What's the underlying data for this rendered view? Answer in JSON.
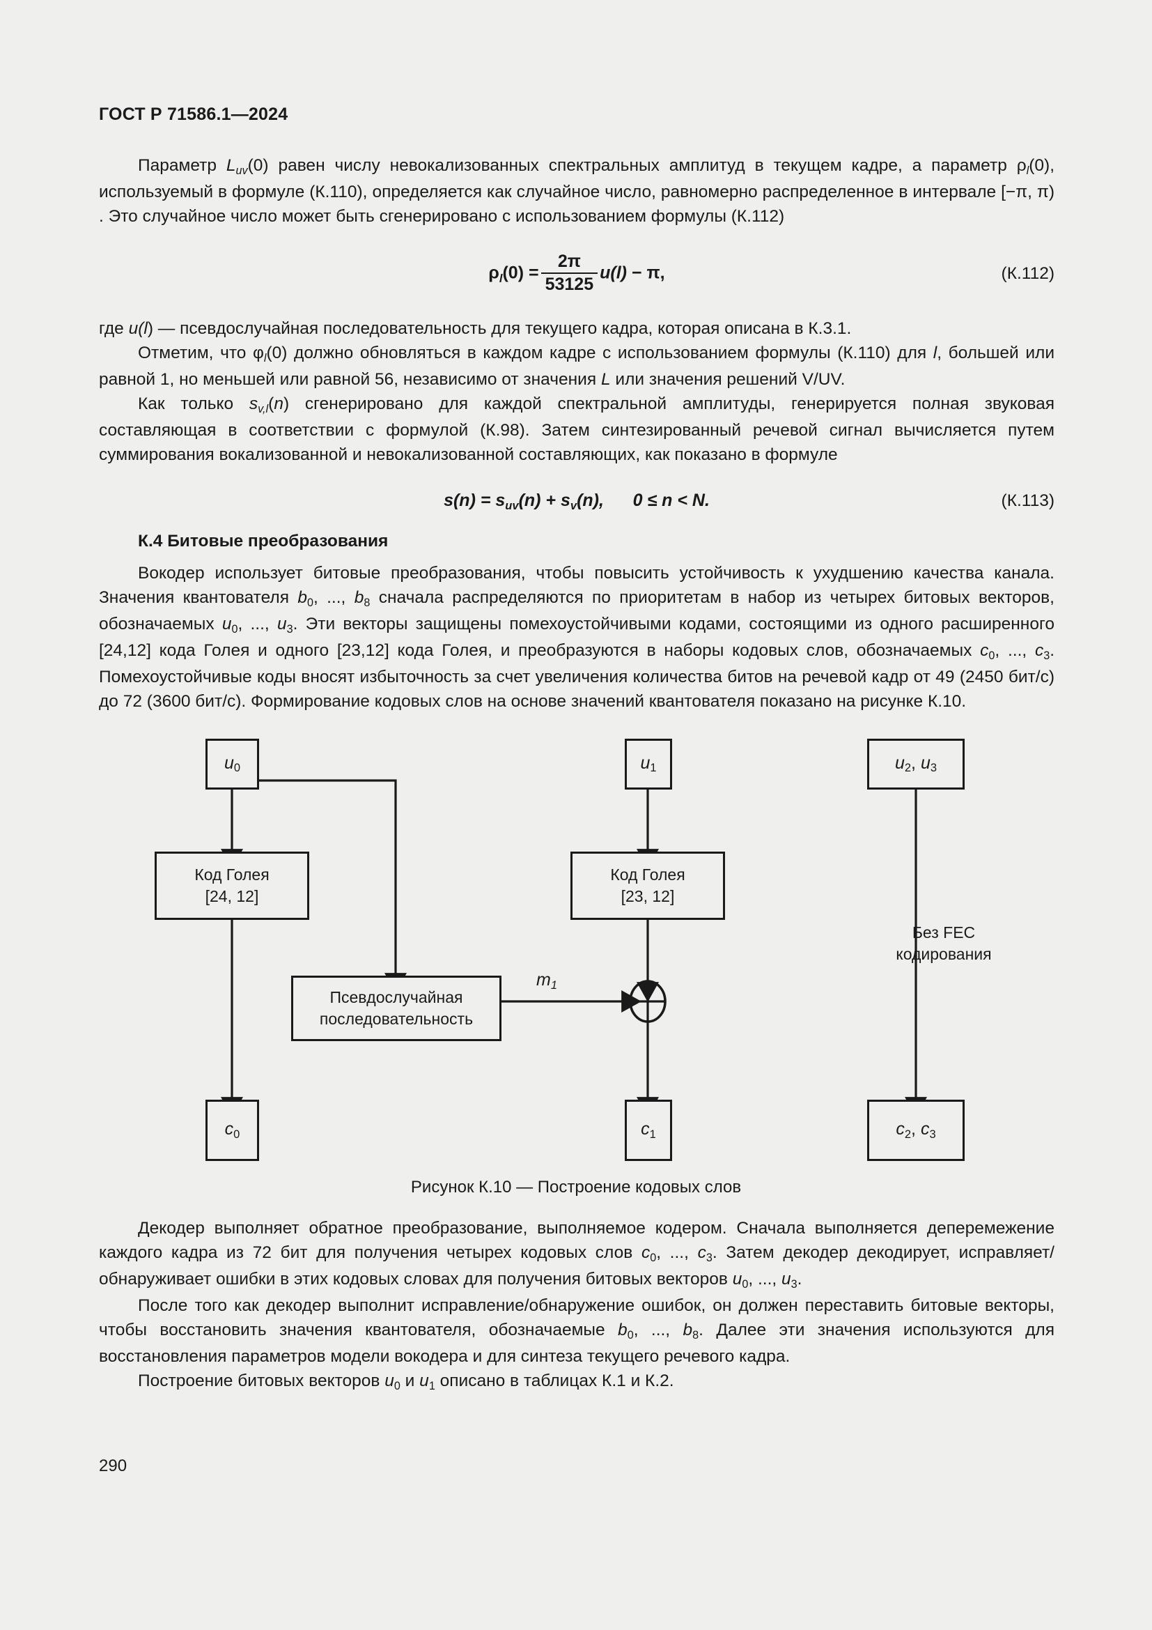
{
  "document": {
    "standard_header": "ГОСТ Р 71586.1—2024",
    "page_number": "290"
  },
  "paragraphs": {
    "p1_a": "Параметр ",
    "p1_b": "(0) равен числу невокализованных спектральных амплитуд в текущем кадре, а параметр ρ",
    "p1_c": "(0), используемый в формуле (К.110), определяется как случайное число, равномерно распределенное в интервале [−π, π) . Это случайное число может быть сгенерировано с использованием формулы (К.112)",
    "p2_where": "где ",
    "p2_where_rest": ") — псевдослучайная последовательность для текущего кадра, которая описана в К.3.1.",
    "p3_a": "Отметим, что φ",
    "p3_b": "(0) должно обновляться в каждом кадре с использованием формулы (К.110) для ",
    "p3_c": ", большей или равной 1, но меньшей или равной 56, независимо от значения ",
    "p3_d": " или значения решений V/UV.",
    "p4_a": "Как только ",
    "p4_b": "(",
    "p4_c": ") сгенерировано для каждой спектральной амплитуды, генерируется полная звуковая составляющая в соответствии с формулой (К.98). Затем синтезированный речевой сигнал вычисляется путем суммирования вокализованной и невокализованной составляющих, как показано в формуле",
    "p5_a": "Вокодер использует битовые преобразования, чтобы повысить устойчивость к ухудшению качества канала. Значения квантователя ",
    "p5_b": ", ..., ",
    "p5_c": " сначала распределяются по приоритетам в набор из четырех битовых векторов, обозначаемых ",
    "p5_d": ", ..., ",
    "p5_e": ". Эти векторы защищены помехоустойчивыми кодами, состоящими из одного расширенного [24,12] кода Голея и одного [23,12] кода Голея, и преобразуются в наборы кодовых слов, обозначаемых ",
    "p5_f": ", ..., ",
    "p5_g": ". Помехоустойчивые коды вносят избыточность за счет увеличения количества битов на речевой кадр от 49 (2450 бит/с) до 72 (3600 бит/с). Формирование кодовых слов на основе значений квантователя показано на рисунке К.10.",
    "p6_a": "Декодер выполняет обратное преобразование, выполняемое кодером. Сначала выполняется деперемежение каждого кадра из 72 бит для получения четырех кодовых слов ",
    "p6_b": ", ..., ",
    "p6_c": ". Затем декодер декодирует, исправляет/обнаруживает ошибки в этих кодовых словах для получения битовых векторов ",
    "p6_d": ", ..., ",
    "p6_e": ".",
    "p7_a": "После того как декодер выполнит исправление/обнаружение ошибок, он должен переставить битовые векторы, чтобы восстановить значения квантователя, обозначаемые ",
    "p7_b": ", ..., ",
    "p7_c": ". Далее эти значения используются для восстановления параметров модели вокодера и для синтеза текущего речевого кадра.",
    "p8_a": "Построение битовых векторов ",
    "p8_b": " и ",
    "p8_c": " описано в таблицах К.1 и К.2."
  },
  "section": {
    "k4_heading": "К.4 Битовые преобразования"
  },
  "equations": {
    "k112": {
      "lhs": "ρ",
      "lhs_sub": "l",
      "lhs_rest": "(0) =",
      "numerator": "2π",
      "denominator": "53125",
      "tail_fn": "u",
      "tail_arg": "(l)",
      "tail_minus": "− π,",
      "number": "(К.112)"
    },
    "k113": {
      "body_s": "s",
      "body_n1": "(n) =",
      "body_suv": "s",
      "body_suv_sub": "uv",
      "body_n2": "(n) +",
      "body_sv": "s",
      "body_sv_sub": "v",
      "body_n3": "(n),",
      "body_range": "0 ≤ n < N.",
      "number": "(К.113)"
    }
  },
  "figure": {
    "caption": "Рисунок К.10 — Построение кодовых слов",
    "nodes": {
      "u0": {
        "base": "u",
        "sub": "0"
      },
      "u1": {
        "base": "u",
        "sub": "1"
      },
      "u2u3": {
        "base1": "u",
        "sub1": "2",
        "sep": ", ",
        "base2": "u",
        "sub2": "3"
      },
      "golay24_line1": "Код Голея",
      "golay24_line2": "[24, 12]",
      "golay23_line1": "Код Голея",
      "golay23_line2": "[23, 12]",
      "pseudo_line1": "Псевдослучайная",
      "pseudo_line2": "последовательность",
      "no_fec_line1": "Без FEC",
      "no_fec_line2": "кодирования",
      "m1": {
        "base": "m",
        "sub": "1"
      },
      "c0": {
        "base": "c",
        "sub": "0"
      },
      "c1": {
        "base": "c",
        "sub": "1"
      },
      "c2c3": {
        "base1": "c",
        "sub1": "2",
        "sep": ", ",
        "base2": "c",
        "sub2": "3"
      }
    }
  },
  "symbols": {
    "L_uv": "L",
    "L_uv_sub": "uv",
    "rho_sub_l": "l",
    "u_fn": "u",
    "u_fn_arg": "(l",
    "phi_sub_l": "l",
    "s_vl": "s",
    "s_vl_sub": "v,l",
    "n_var": "n",
    "l_var": "l",
    "L_var": "L",
    "b0": "b",
    "b0_sub": "0",
    "b8": "b",
    "b8_sub": "8",
    "u0": "u",
    "u0_sub": "0",
    "u1": "u",
    "u1_sub": "1",
    "u3": "u",
    "u3_sub": "3",
    "c0": "c",
    "c0_sub": "0",
    "c3": "c",
    "c3_sub": "3"
  },
  "colors": {
    "page_background": "#efefed",
    "ink": "#1a1a1a"
  }
}
